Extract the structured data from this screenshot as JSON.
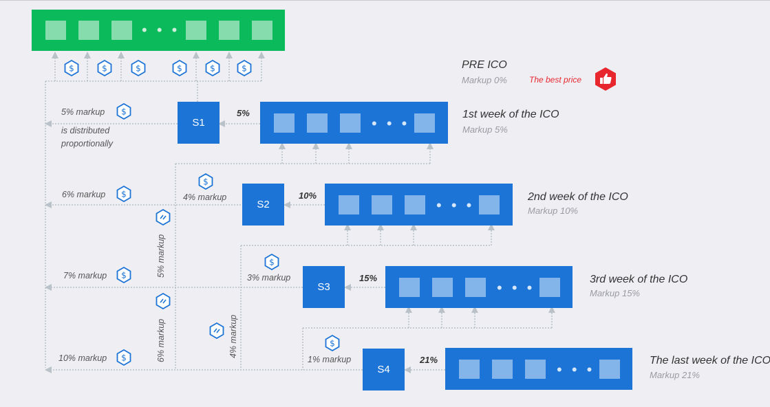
{
  "pre_ico": {
    "title": "PRE ICO",
    "markup": "Markup 0%",
    "best_price": "The best price"
  },
  "stages": [
    {
      "id": "S1",
      "pct": "5%",
      "title": "1st week of the ICO",
      "markup": "Markup 5%"
    },
    {
      "id": "S2",
      "pct": "10%",
      "title": "2nd week of the ICO",
      "markup": "Markup 10%"
    },
    {
      "id": "S3",
      "pct": "15%",
      "title": "3rd week of the ICO",
      "markup": "Markup 15%"
    },
    {
      "id": "S4",
      "pct": "21%",
      "title": "The last week of the ICO",
      "markup": "Markup 21%"
    }
  ],
  "left_labels": {
    "l1": "5% markup",
    "l1b": "is distributed",
    "l1c": "proportionally",
    "l2": "6% markup",
    "l3": "7% markup",
    "l4": "10% markup"
  },
  "transfer_labels": {
    "t1": "4% markup",
    "t2": "3% markup",
    "t3": "1% markup",
    "v1": "5% markup",
    "v2": "6% markup",
    "v3": "4% markup"
  },
  "dots": "• • •",
  "colors": {
    "green": "#0bbb5b",
    "blue": "#1c74d6",
    "red": "#e8262e",
    "line": "#b9c2c8"
  },
  "icons": {
    "dollar": "dollar-hex-icon",
    "transfer": "transfer-hex-icon",
    "thumb": "thumbs-up-icon"
  }
}
